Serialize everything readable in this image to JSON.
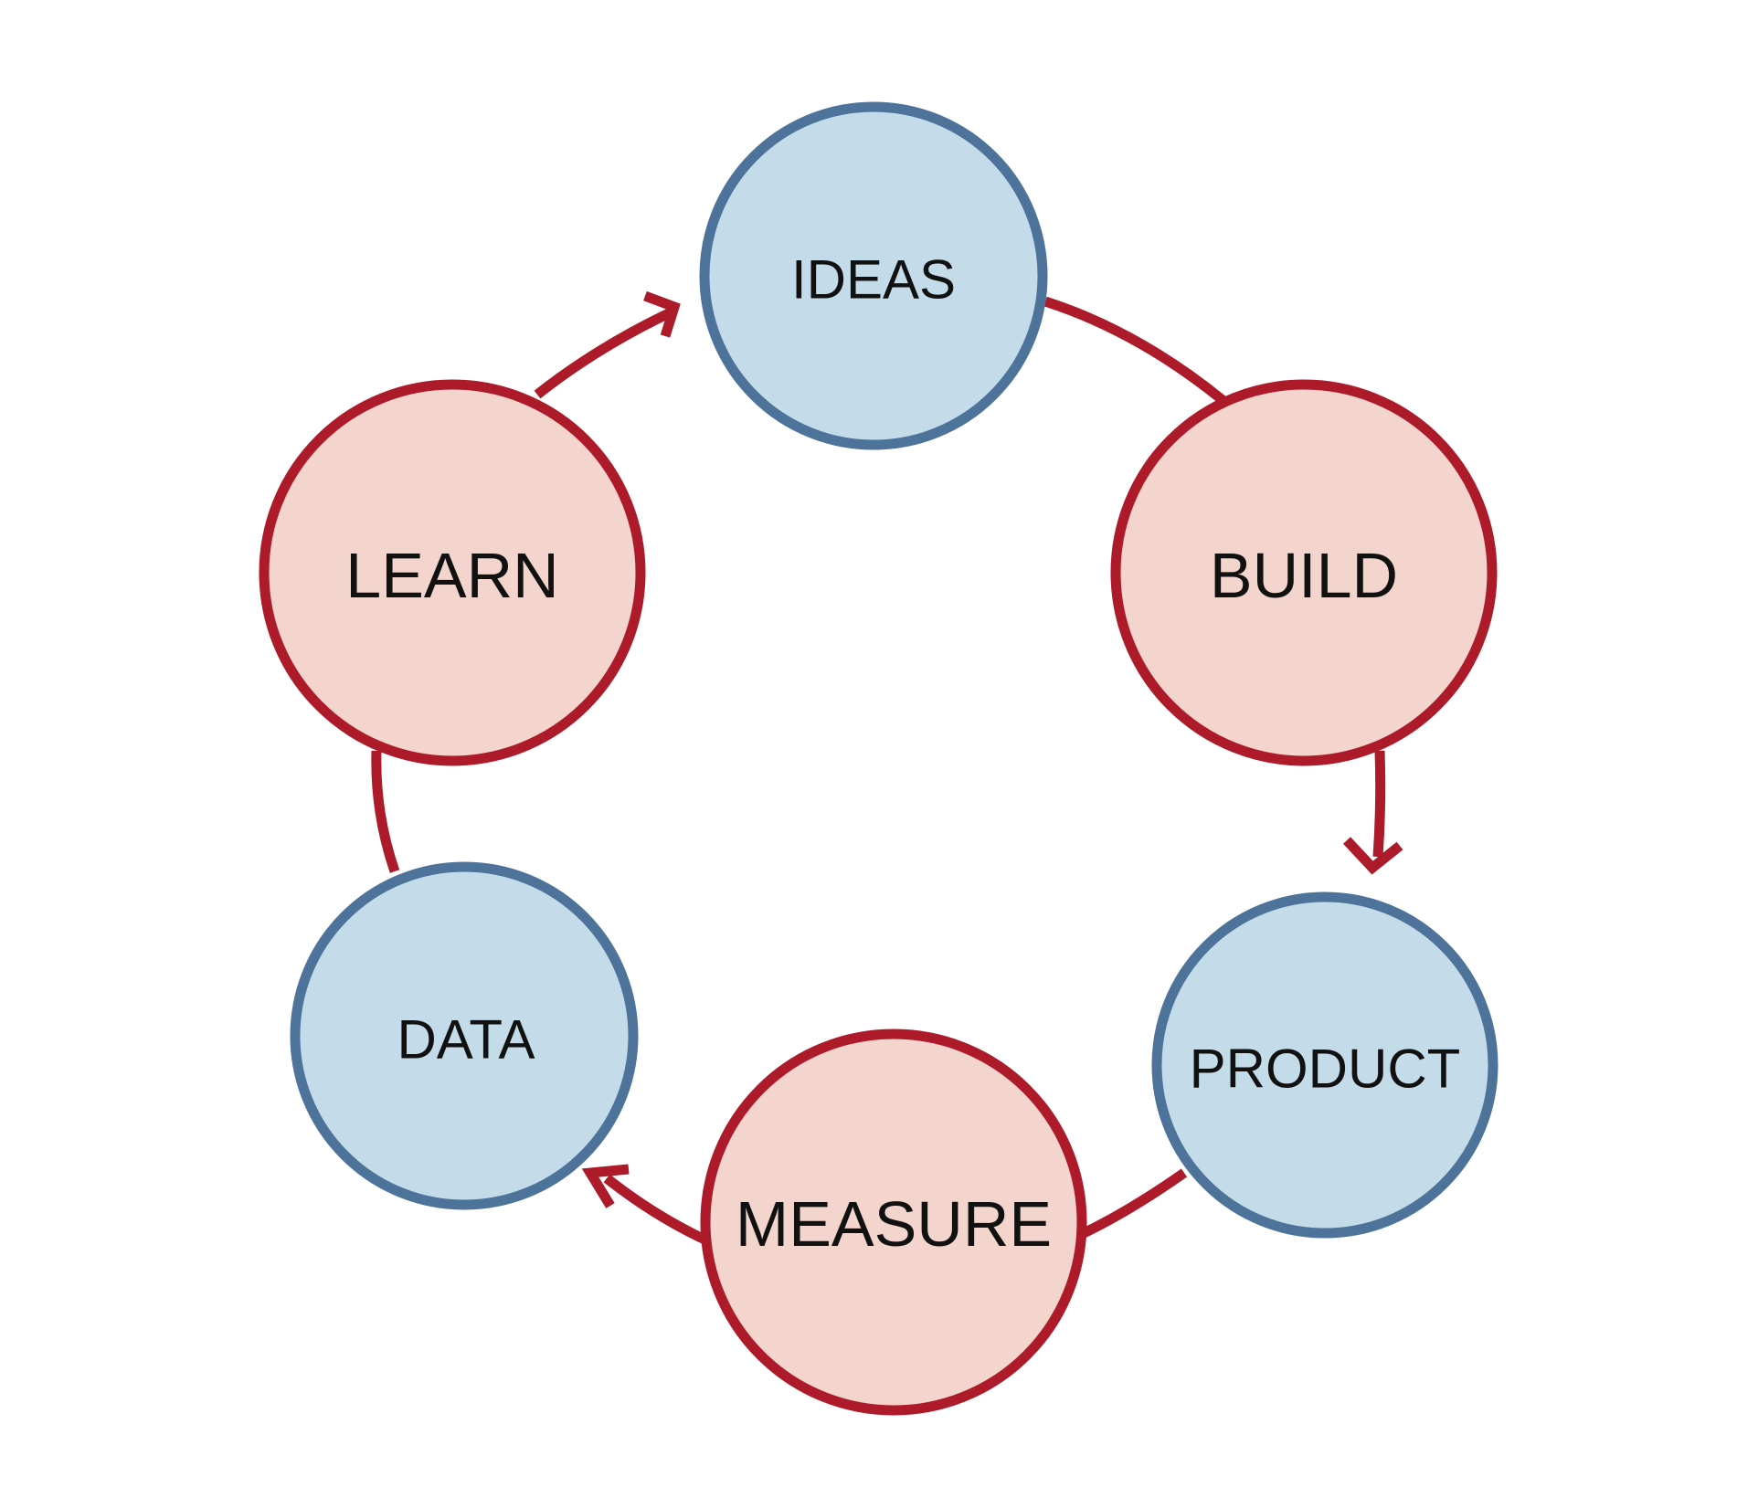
{
  "diagram": {
    "nodes": {
      "ideas": {
        "label": "IDEAS",
        "kind": "artifact"
      },
      "build": {
        "label": "BUILD",
        "kind": "activity"
      },
      "product": {
        "label": "PRODUCT",
        "kind": "artifact"
      },
      "measure": {
        "label": "MEASURE",
        "kind": "activity"
      },
      "data": {
        "label": "DATA",
        "kind": "artifact"
      },
      "learn": {
        "label": "LEARN",
        "kind": "activity"
      }
    },
    "sequence": [
      "ideas",
      "build",
      "product",
      "measure",
      "data",
      "learn"
    ],
    "colors": {
      "artifact_fill": "#c4dcea",
      "artifact_stroke": "#4e739a",
      "activity_fill": "#f3d5cd",
      "activity_stroke": "#ad1a2a",
      "connector": "#ad1a2a",
      "text": "#111111"
    }
  }
}
